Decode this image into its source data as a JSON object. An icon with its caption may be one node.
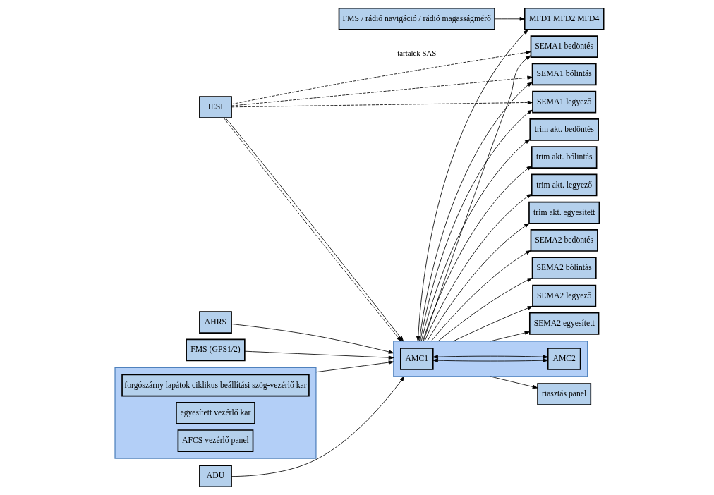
{
  "diagram": {
    "nodes": [
      {
        "text": [],
        "shape": "box"
      },
      {
        "text": [
          "forgószárny lapátok ciklikus beállítási szög-vezérlő kar"
        ],
        "in": 0
      },
      {
        "text": [
          "egyesített vezérlő kar"
        ],
        "in": 0
      },
      {
        "text": [
          "AFCS vezérlő panel"
        ],
        "in": 0
      },
      {
        "text": [
          "IESI"
        ]
      },
      {
        "text": [
          "ADU"
        ]
      },
      {
        "text": [
          "AHRS"
        ]
      },
      {
        "text": [
          "FMS (GPS1/2)"
        ]
      },
      {
        "text": [],
        "shape": "box"
      },
      {
        "text": [
          "AMC1"
        ],
        "in": 8
      },
      {
        "text": [
          "AMC2"
        ],
        "in": 8
      },
      {
        "text": [
          "riasztás panel"
        ]
      },
      {
        "text": [
          "MFD1 MFD2 MFD4"
        ]
      },
      {
        "text": [
          "FMS / rádió navigáció / rádió magasságmérő"
        ]
      },
      {
        "text": [
          "SEMA1 bedöntés"
        ]
      },
      {
        "text": [
          "SEMA1 bólintás"
        ]
      },
      {
        "text": [
          "SEMA1 legyező"
        ]
      },
      {
        "text": [
          "SEMA2 bedöntés"
        ]
      },
      {
        "text": [
          "SEMA2 bólintás"
        ]
      },
      {
        "text": [
          "SEMA2 legyező"
        ]
      },
      {
        "text": [
          "SEMA2 egyesített"
        ]
      },
      {
        "text": [
          "trim akt. bedöntés"
        ]
      },
      {
        "text": [
          "trim akt. bólintás"
        ]
      },
      {
        "text": [
          "trim akt. legyező"
        ]
      },
      {
        "text": [
          "trim akt. egyesített"
        ]
      }
    ],
    "edges": [
      {
        "from": 0,
        "to": 8,
        "arrow": "to"
      },
      {
        "from": 4,
        "to": 8,
        "arrow": "to",
        "style": "dashed"
      },
      {
        "from": 4,
        "to": 14,
        "arrow": "to",
        "style": "dashed",
        "label": "tartalék SAS"
      },
      {
        "from": 4,
        "to": 15,
        "arrow": "to",
        "style": "dashed"
      },
      {
        "from": 4,
        "to": 16,
        "arrow": "to",
        "style": "dashed"
      },
      {
        "from": 4,
        "to": 8,
        "arrow": "to"
      },
      {
        "from": 5,
        "to": 8,
        "arrow": "to"
      },
      {
        "from": 6,
        "to": 8,
        "arrow": "to"
      },
      {
        "from": 7,
        "to": 8,
        "arrow": "to"
      },
      {
        "from": 9,
        "to": 10,
        "arrow": "both"
      },
      {
        "from": 9,
        "to": 10,
        "arrow": "both"
      },
      {
        "from": 8,
        "to": 14,
        "arrow": "to"
      },
      {
        "from": 8,
        "to": 15,
        "arrow": "to"
      },
      {
        "from": 8,
        "to": 16,
        "arrow": "to"
      },
      {
        "from": 8,
        "to": 17,
        "arrow": "to"
      },
      {
        "from": 8,
        "to": 18,
        "arrow": "to"
      },
      {
        "from": 8,
        "to": 19,
        "arrow": "to"
      },
      {
        "from": 8,
        "to": 20,
        "arrow": "to"
      },
      {
        "from": 8,
        "to": 21,
        "arrow": "to"
      },
      {
        "from": 8,
        "to": 22,
        "arrow": "to"
      },
      {
        "from": 8,
        "to": 23,
        "arrow": "to"
      },
      {
        "from": 8,
        "to": 24,
        "arrow": "to"
      },
      {
        "from": 8,
        "to": 11,
        "arrow": "to"
      },
      {
        "from": 8,
        "to": 12,
        "arrow": "both"
      },
      {
        "from": 13,
        "to": 12,
        "arrow": "to"
      }
    ]
  }
}
